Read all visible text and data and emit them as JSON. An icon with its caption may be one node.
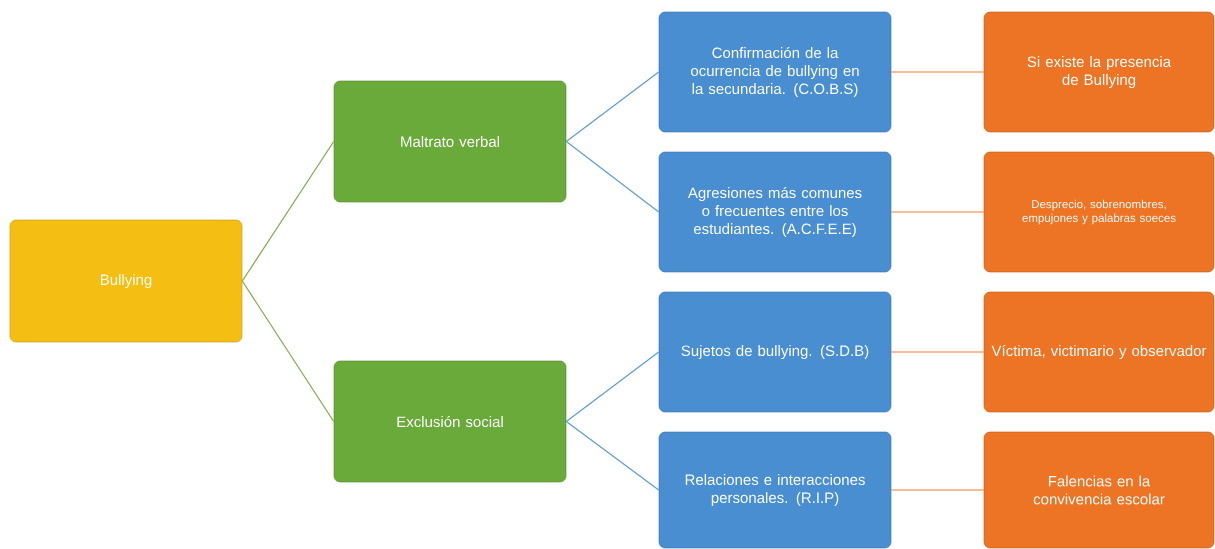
{
  "diagram": {
    "nodes": [
      {
        "text": [
          "Bullying"
        ]
      },
      {
        "text": [
          "Maltrato verbal"
        ]
      },
      {
        "text": [
          "Exclusión social"
        ]
      },
      {
        "text": [
          "Confirmación de la ocurrencia de bullying en la secundaria. (C.O.B.S)"
        ]
      },
      {
        "text": [
          "Agresiones más comunes o frecuentes entre los estudiantes. (A.C.F.E.E)"
        ]
      },
      {
        "text": [
          "Sujetos de bullying. (S.D.B)"
        ]
      },
      {
        "text": [
          "Relaciones e interacciones personales. (R.I.P)"
        ]
      },
      {
        "text": [
          "Si existe la presencia de Bullying"
        ]
      },
      {
        "text": [
          "Desprecio, sobrenombres, empujones y palabras soeces"
        ]
      },
      {
        "text": [
          "Víctima, victimario y observador"
        ]
      },
      {
        "text": [
          "Falencias en la convivencia escolar"
        ]
      }
    ],
    "edges": [
      {
        "from": 0,
        "to": 1,
        "arrow": "none",
        "color": "#7aab4a"
      },
      {
        "from": 0,
        "to": 2,
        "arrow": "none",
        "color": "#7aab4a"
      },
      {
        "from": 1,
        "to": 3,
        "arrow": "none",
        "color": "#5b9bd5"
      },
      {
        "from": 1,
        "to": 4,
        "arrow": "none",
        "color": "#5b9bd5"
      },
      {
        "from": 2,
        "to": 5,
        "arrow": "none",
        "color": "#5b9bd5"
      },
      {
        "from": 2,
        "to": 6,
        "arrow": "none",
        "color": "#5b9bd5"
      },
      {
        "from": 3,
        "to": 7,
        "arrow": "none",
        "color": "#ed7d31"
      },
      {
        "from": 4,
        "to": 8,
        "arrow": "none",
        "color": "#ed7d31"
      },
      {
        "from": 5,
        "to": 9,
        "arrow": "none",
        "color": "#ed7d31"
      },
      {
        "from": 6,
        "to": 10,
        "arrow": "none",
        "color": "#ed7d31"
      }
    ]
  }
}
